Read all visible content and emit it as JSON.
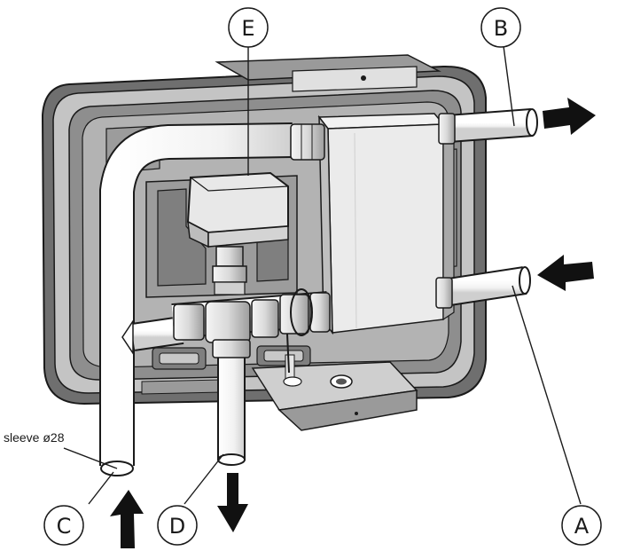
{
  "diagram": {
    "labels": {
      "A": "A",
      "B": "B",
      "C": "C",
      "D": "D",
      "E": "E"
    },
    "sleeve_note": "sleeve ø28",
    "colors": {
      "frame_outer": "#6f6f6f",
      "frame_mid": "#bdbdbd",
      "frame_inner": "#8a8a8a",
      "panel": "#a9a9a9",
      "pipe": "#ffffff",
      "metal": "#e6e6e6",
      "stroke": "#1a1a1a",
      "arrow": "#111111"
    }
  }
}
